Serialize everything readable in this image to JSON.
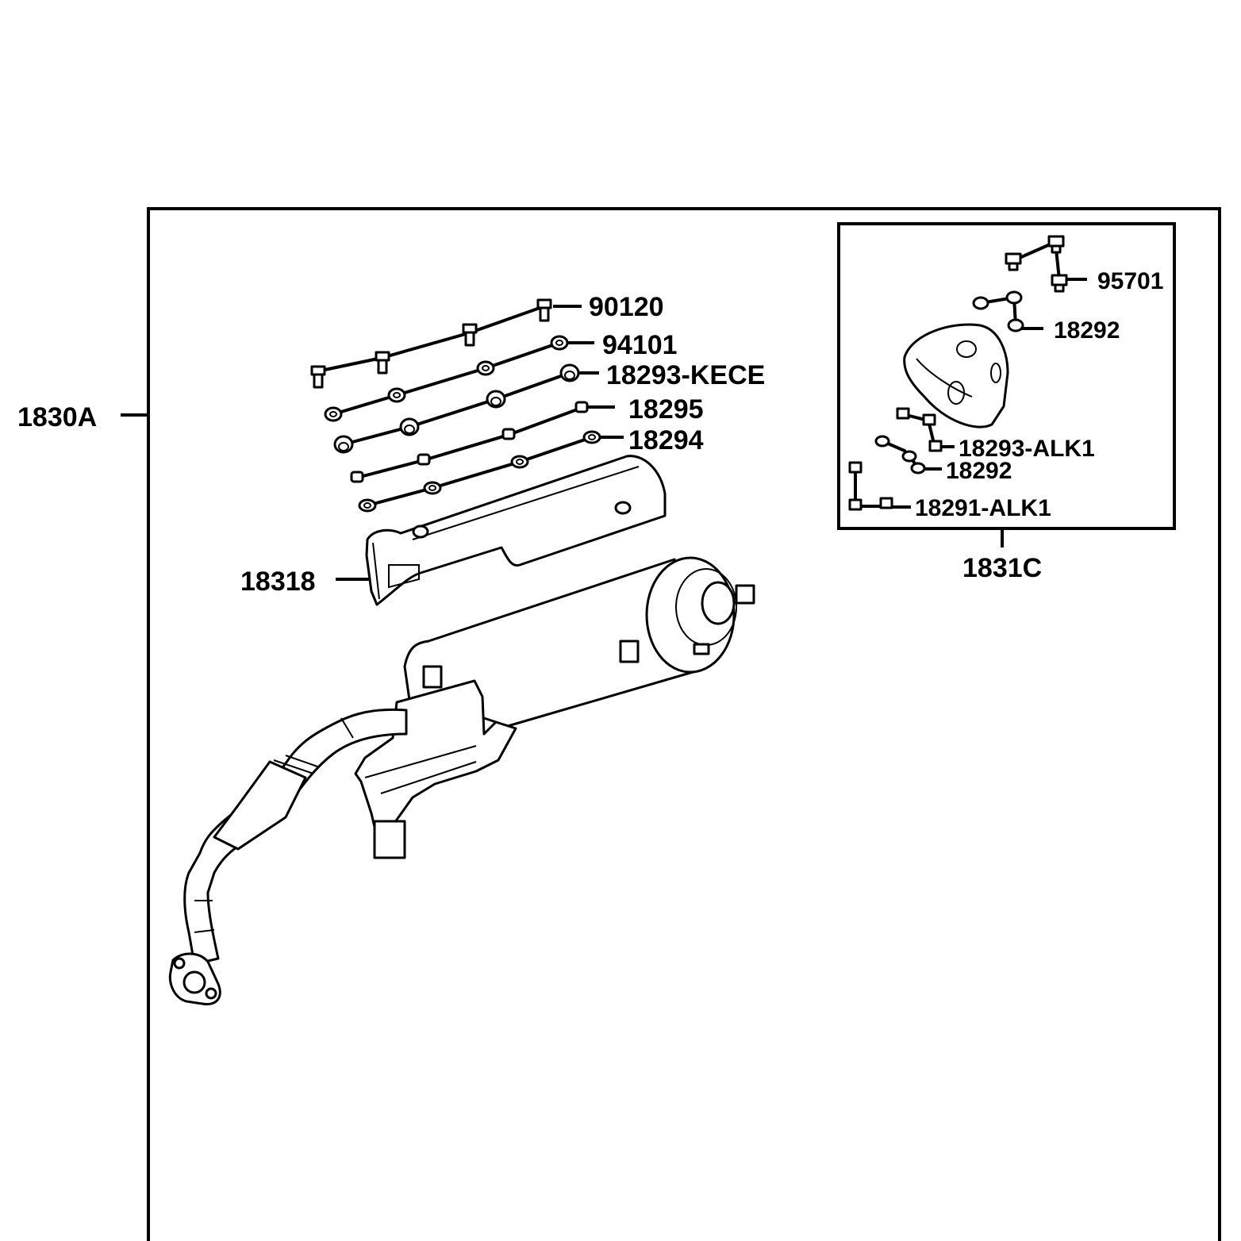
{
  "callouts": {
    "assembly": "1830A",
    "sub_assembly": "1831C",
    "p90120": "90120",
    "p94101": "94101",
    "p18293_kece": "18293-KECE",
    "p18295": "18295",
    "p18294": "18294",
    "p18318": "18318",
    "p95701": "95701",
    "p18292_a": "18292",
    "p18293_alk1": "18293-ALK1",
    "p18292_b": "18292",
    "p18291_alk1": "18291-ALK1"
  },
  "icons": {
    "bolt": "bolt-icon",
    "washer": "washer-icon",
    "muffler": "muffler-icon",
    "heat_shield": "heat-shield-icon",
    "end_cap": "end-cap-icon",
    "gasket": "gasket-icon"
  }
}
